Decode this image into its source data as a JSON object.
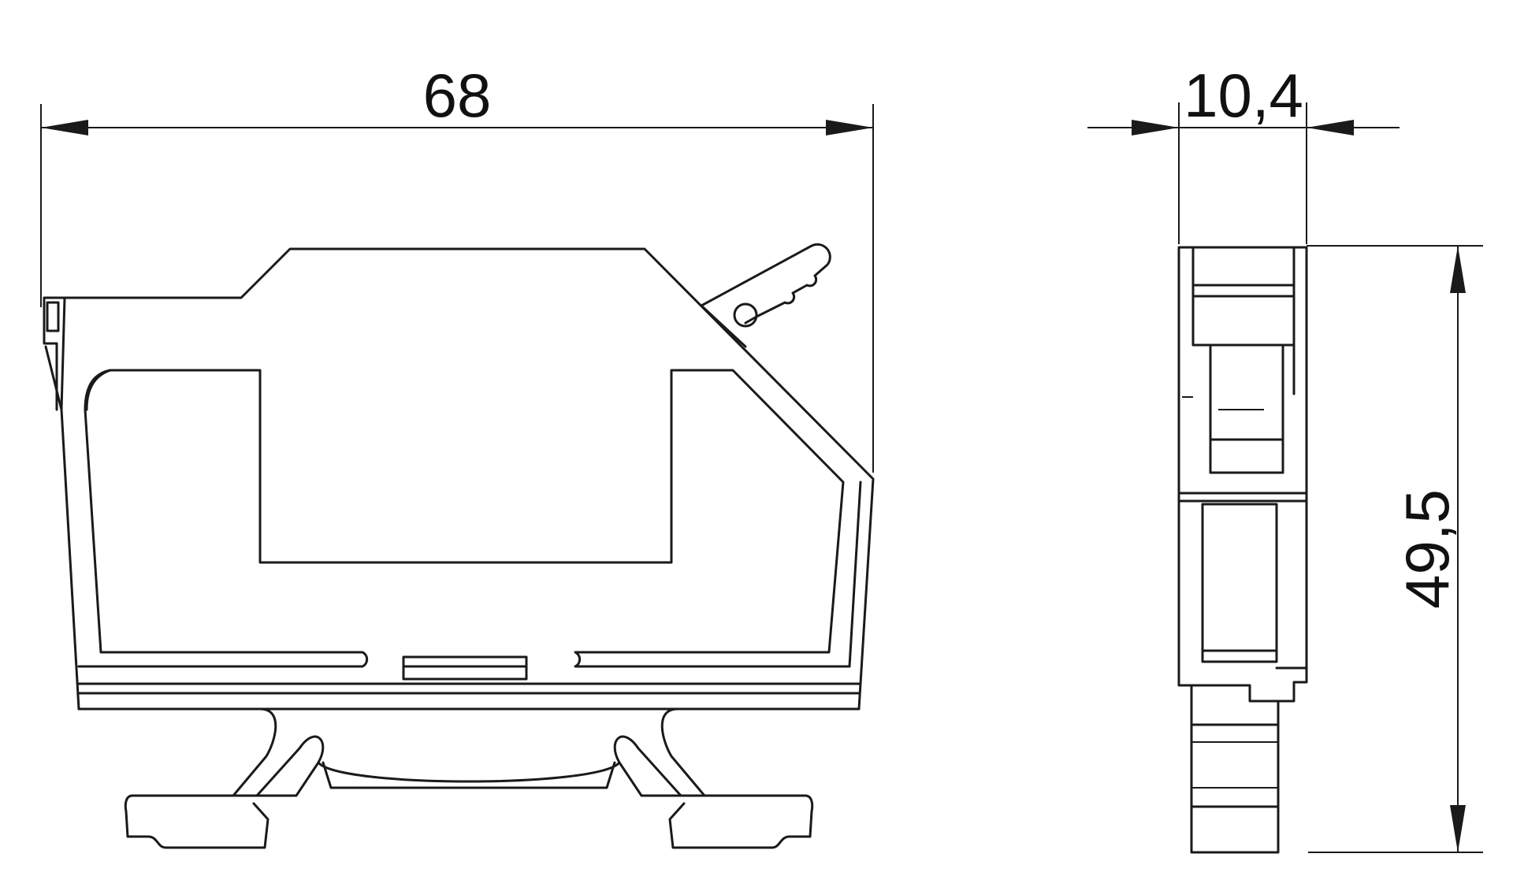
{
  "dimensions": {
    "width": "68",
    "depth": "10,4",
    "height": "49,5"
  },
  "colors": {
    "line": "#1a1a1a",
    "background": "#ffffff"
  }
}
